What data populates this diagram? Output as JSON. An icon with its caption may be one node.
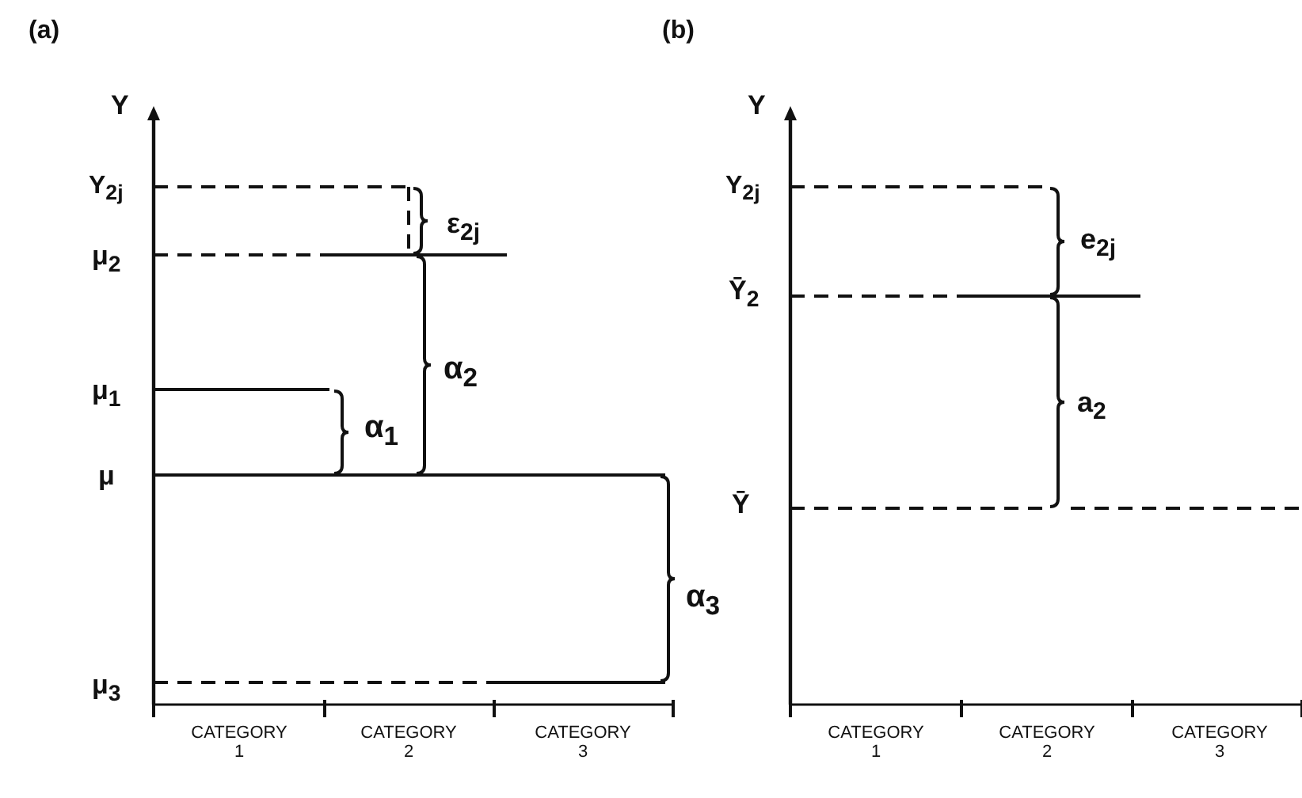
{
  "diagram": {
    "labels": [
      "(a)",
      "(b)",
      "Y",
      "Y$_{2j}$",
      "ε$_{2j}$",
      "μ$_{2}$",
      "α$_{2}$",
      "μ$_{1}$",
      "α$_{1}$",
      "μ",
      "α$_{3}$",
      "μ$_{3}$",
      "CATEGORY 1",
      "CATEGORY 2",
      "CATEGORY 3",
      "Y",
      "Y$_{2j}$",
      "e$_{2j}$",
      "Ȳ$_{2}$",
      "a$_{2}$",
      "Ȳ",
      "CATEGORY 1",
      "CATEGORY 2",
      "CATEGORY 3"
    ]
  }
}
